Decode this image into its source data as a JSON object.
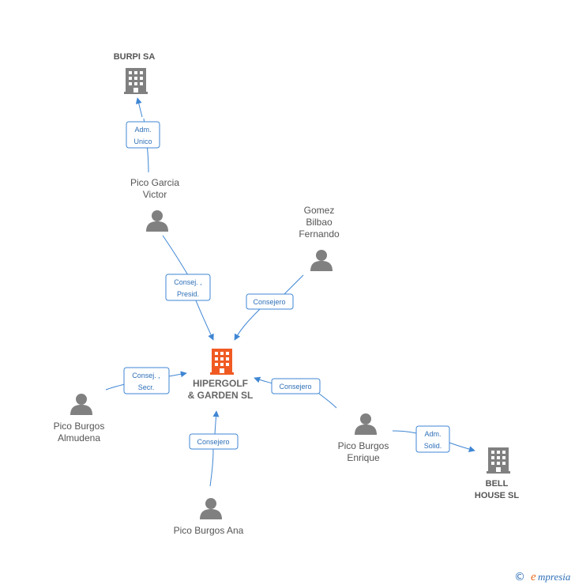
{
  "colors": {
    "main_company": "#f05a22",
    "company": "#808080",
    "person": "#808080",
    "edge": "#3f86d4",
    "edge_text": "#2e6fb7"
  },
  "nodes": {
    "burpi": {
      "type": "company",
      "line1": "BURPI SA"
    },
    "hipergolf": {
      "type": "company-main",
      "line1": "HIPERGOLF",
      "line2": "& GARDEN SL"
    },
    "bellhouse": {
      "type": "company",
      "line1": "BELL",
      "line2": "HOUSE SL"
    },
    "victor": {
      "type": "person",
      "line1": "Pico Garcia",
      "line2": "Victor"
    },
    "gomez": {
      "type": "person",
      "line1": "Gomez",
      "line2": "Bilbao",
      "line3": "Fernando"
    },
    "almudena": {
      "type": "person",
      "line1": "Pico Burgos",
      "line2": "Almudena"
    },
    "enrique": {
      "type": "person",
      "line1": "Pico Burgos",
      "line2": "Enrique"
    },
    "ana": {
      "type": "person",
      "line1": "Pico Burgos Ana"
    }
  },
  "edges": {
    "victor_burpi": {
      "line1": "Adm.",
      "line2": "Unico"
    },
    "victor_hipergolf": {
      "line1": "Consej. ,",
      "line2": "Presid."
    },
    "gomez_hipergolf": {
      "line1": "Consejero"
    },
    "almudena_hipergolf": {
      "line1": "Consej. ,",
      "line2": "Secr."
    },
    "enrique_hipergolf": {
      "line1": "Consejero"
    },
    "ana_hipergolf": {
      "line1": "Consejero"
    },
    "enrique_bellhouse": {
      "line1": "Adm.",
      "line2": "Solid."
    }
  },
  "footer": {
    "copyright": "©",
    "brand_initial": "e",
    "brand_rest": "mpresia"
  }
}
